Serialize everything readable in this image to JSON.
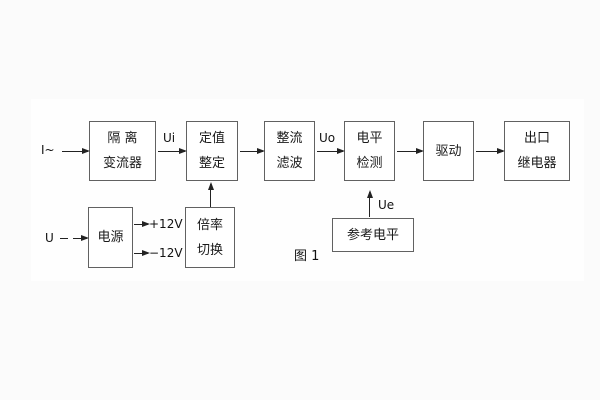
{
  "figure": {
    "caption": "图 1",
    "colors": {
      "line": "#222222",
      "box_border": "#616161",
      "text": "#1a1a1a",
      "page_background": "#fbfbfb",
      "panel_background": "#fefefe"
    },
    "blocks": [
      {
        "id": "isolation-transformer",
        "lines": [
          "隔 离",
          "变流器"
        ]
      },
      {
        "id": "setpoint-adjust",
        "lines": [
          "定值",
          "整定"
        ]
      },
      {
        "id": "rectifier-filter",
        "lines": [
          "整流",
          "滤波"
        ]
      },
      {
        "id": "level-detector",
        "lines": [
          "电平",
          "检测"
        ]
      },
      {
        "id": "driver",
        "lines": [
          "驱动"
        ]
      },
      {
        "id": "output-relay",
        "lines": [
          "出口",
          "继电器"
        ]
      },
      {
        "id": "power-supply",
        "lines": [
          "电源"
        ]
      },
      {
        "id": "ratio-switch",
        "lines": [
          "倍率",
          "切换"
        ]
      },
      {
        "id": "reference-level",
        "lines": [
          "参考电平"
        ]
      }
    ],
    "labels": {
      "input_current": "I~",
      "ui": "Ui",
      "uo": "Uo",
      "ue": "Ue",
      "input_voltage": "U",
      "plus12": "+12V",
      "minus12": "−12V"
    }
  }
}
